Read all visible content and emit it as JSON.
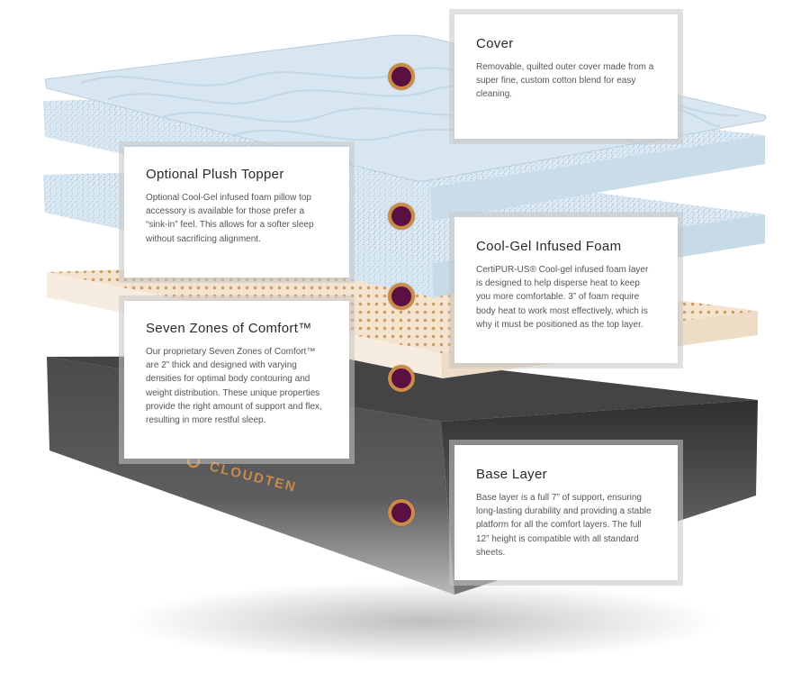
{
  "brand": {
    "logo_text": "CLOUDTEN"
  },
  "callouts": {
    "cover": {
      "title": "Cover",
      "text": "Removable, quilted outer cover made from a super fine, custom cotton blend for easy cleaning."
    },
    "topper": {
      "title": "Optional Plush Topper",
      "text": "Optional Cool-Gel infused foam pillow top accessory is available for those prefer a “sink-in” feel. This allows for a softer sleep without sacrificing alignment."
    },
    "gel": {
      "title": "Cool-Gel Infused Foam",
      "text": "CertiPUR-US® Cool-gel infused foam layer is designed to help disperse heat to keep you more comfortable. 3” of foam require body heat to work most effectively, which is why it must be positioned as the top layer."
    },
    "zones": {
      "title": "Seven Zones of Comfort™",
      "text": "Our proprietary Seven Zones of Comfort™ are 2” thick and designed with varying densities for optimal body contouring and weight distribution. These unique properties provide the right amount of support and flex, resulting in more restful sleep."
    },
    "base": {
      "title": "Base Layer",
      "text": "Base layer is a full 7” of support, ensuring long-lasting durability and providing a stable platform for all the comfort layers. The full 12” height is compatible with all standard sheets."
    }
  },
  "colors": {
    "marker_fill": "#5a1040",
    "marker_ring": "#c98a4a",
    "foam_blue": "#cfe1ee",
    "latex": "#f3e3cf",
    "base_dark": "#3a3a3c",
    "logo": "#c98a4a"
  }
}
